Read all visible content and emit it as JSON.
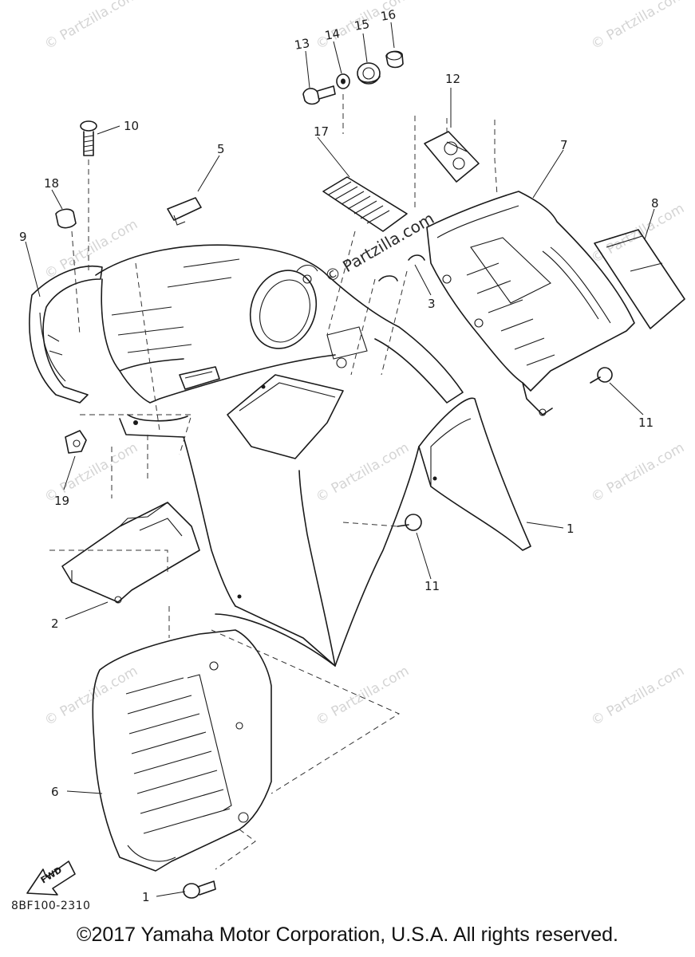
{
  "watermark": {
    "text": "© Partzilla.com",
    "center_text": "© Partzilla.com"
  },
  "callouts": [
    {
      "id": "1a",
      "label": "1"
    },
    {
      "id": "1b",
      "label": "1"
    },
    {
      "id": "1c",
      "label": "1"
    },
    {
      "id": "2",
      "label": "2"
    },
    {
      "id": "3",
      "label": "3"
    },
    {
      "id": "5",
      "label": "5"
    },
    {
      "id": "6",
      "label": "6"
    },
    {
      "id": "7",
      "label": "7"
    },
    {
      "id": "8",
      "label": "8"
    },
    {
      "id": "9",
      "label": "9"
    },
    {
      "id": "10",
      "label": "10"
    },
    {
      "id": "11a",
      "label": "11"
    },
    {
      "id": "11b",
      "label": "11"
    },
    {
      "id": "12",
      "label": "12"
    },
    {
      "id": "13",
      "label": "13"
    },
    {
      "id": "14",
      "label": "14"
    },
    {
      "id": "15",
      "label": "15"
    },
    {
      "id": "16",
      "label": "16"
    },
    {
      "id": "17",
      "label": "17"
    },
    {
      "id": "18",
      "label": "18"
    },
    {
      "id": "19",
      "label": "19"
    }
  ],
  "fwd_label": "FWD",
  "diagram_code": "8BF100-2310",
  "footer": "©2017 Yamaha Motor Corporation, U.S.A. All rights reserved."
}
